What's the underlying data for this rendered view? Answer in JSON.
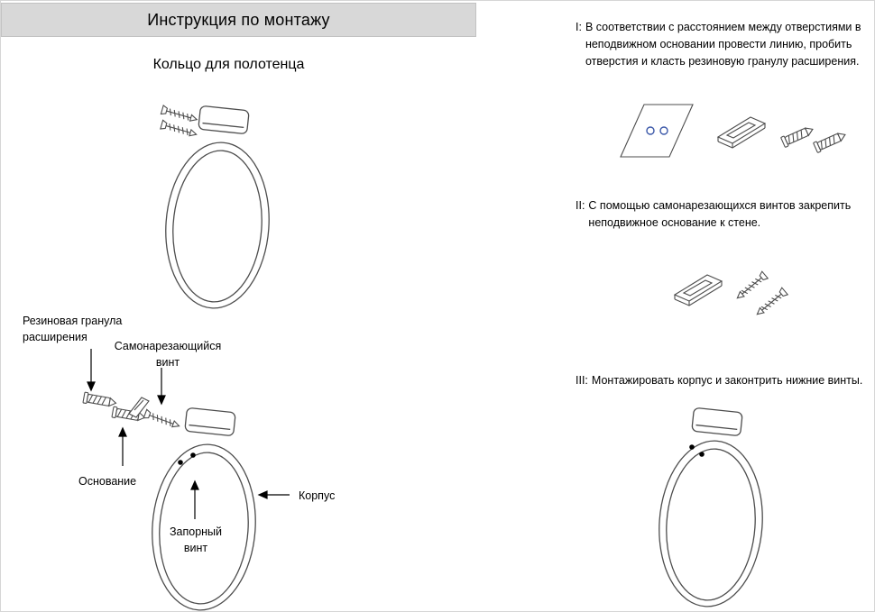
{
  "page": {
    "title": "Инструкция по монтажу",
    "subtitle": "Кольцо для полотенца"
  },
  "diagram_labels": {
    "rubber_plug": "Резиновая гранула расширения",
    "self_tapping_screw": "Самонарезающийся винт",
    "base": "Основание",
    "body": "Корпус",
    "locking_screw": "Запорный винт"
  },
  "steps": [
    {
      "label": "I:",
      "text": "В соответствии с расстоянием между отверстиями в неподвижном основании провести линию, пробить отверстия и класть резиновую гранулу расширения."
    },
    {
      "label": "II:",
      "text": "С помощью самонарезающихся винтов закрепить неподвижное основание к стене."
    },
    {
      "label": "III:",
      "text": "Монтажировать корпус и законтрить нижние винты."
    }
  ],
  "colors": {
    "header_bg": "#d8d8d8",
    "line_art": "#4d4d4d",
    "hole_accent": "#3a57a8",
    "text": "#000000"
  }
}
